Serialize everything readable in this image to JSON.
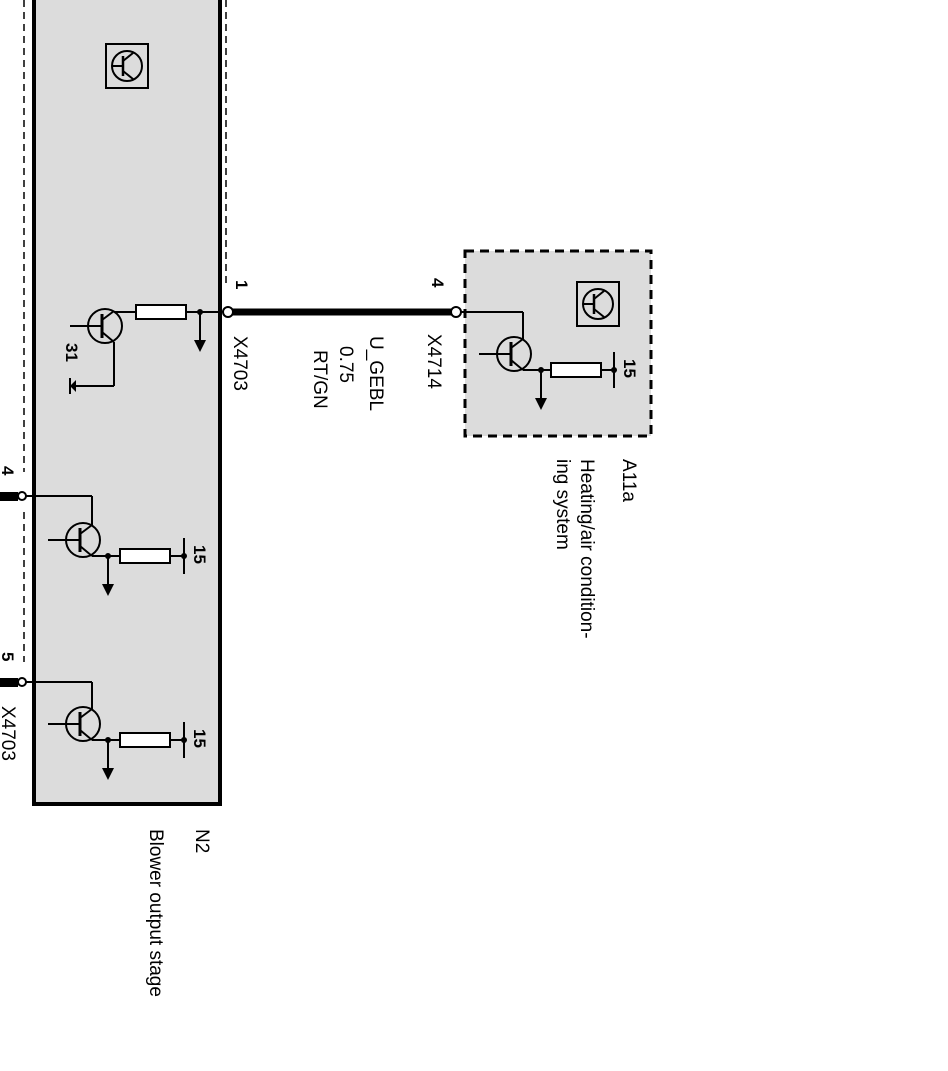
{
  "components": {
    "n2": {
      "code": "N2",
      "name": "Blower output stage"
    },
    "a11a": {
      "code": "A11a",
      "name_line1": "Heating/air condition-",
      "name_line2": "ing system"
    }
  },
  "connection": {
    "signal": "U_GEBL",
    "cross_section": "0.75",
    "color_code": "RT/GN",
    "connector_n2": "X4703",
    "pin_n2": "1",
    "connector_a11a": "X4714",
    "pin_a11a": "4"
  },
  "partial_connections": {
    "pin_4": "4",
    "pin_5": "5",
    "connector_bottom": "X4703"
  },
  "terminals": {
    "ground": "31",
    "supply": "15"
  },
  "colors": {
    "module_fill": "#dcdcdc",
    "line": "#000000"
  }
}
